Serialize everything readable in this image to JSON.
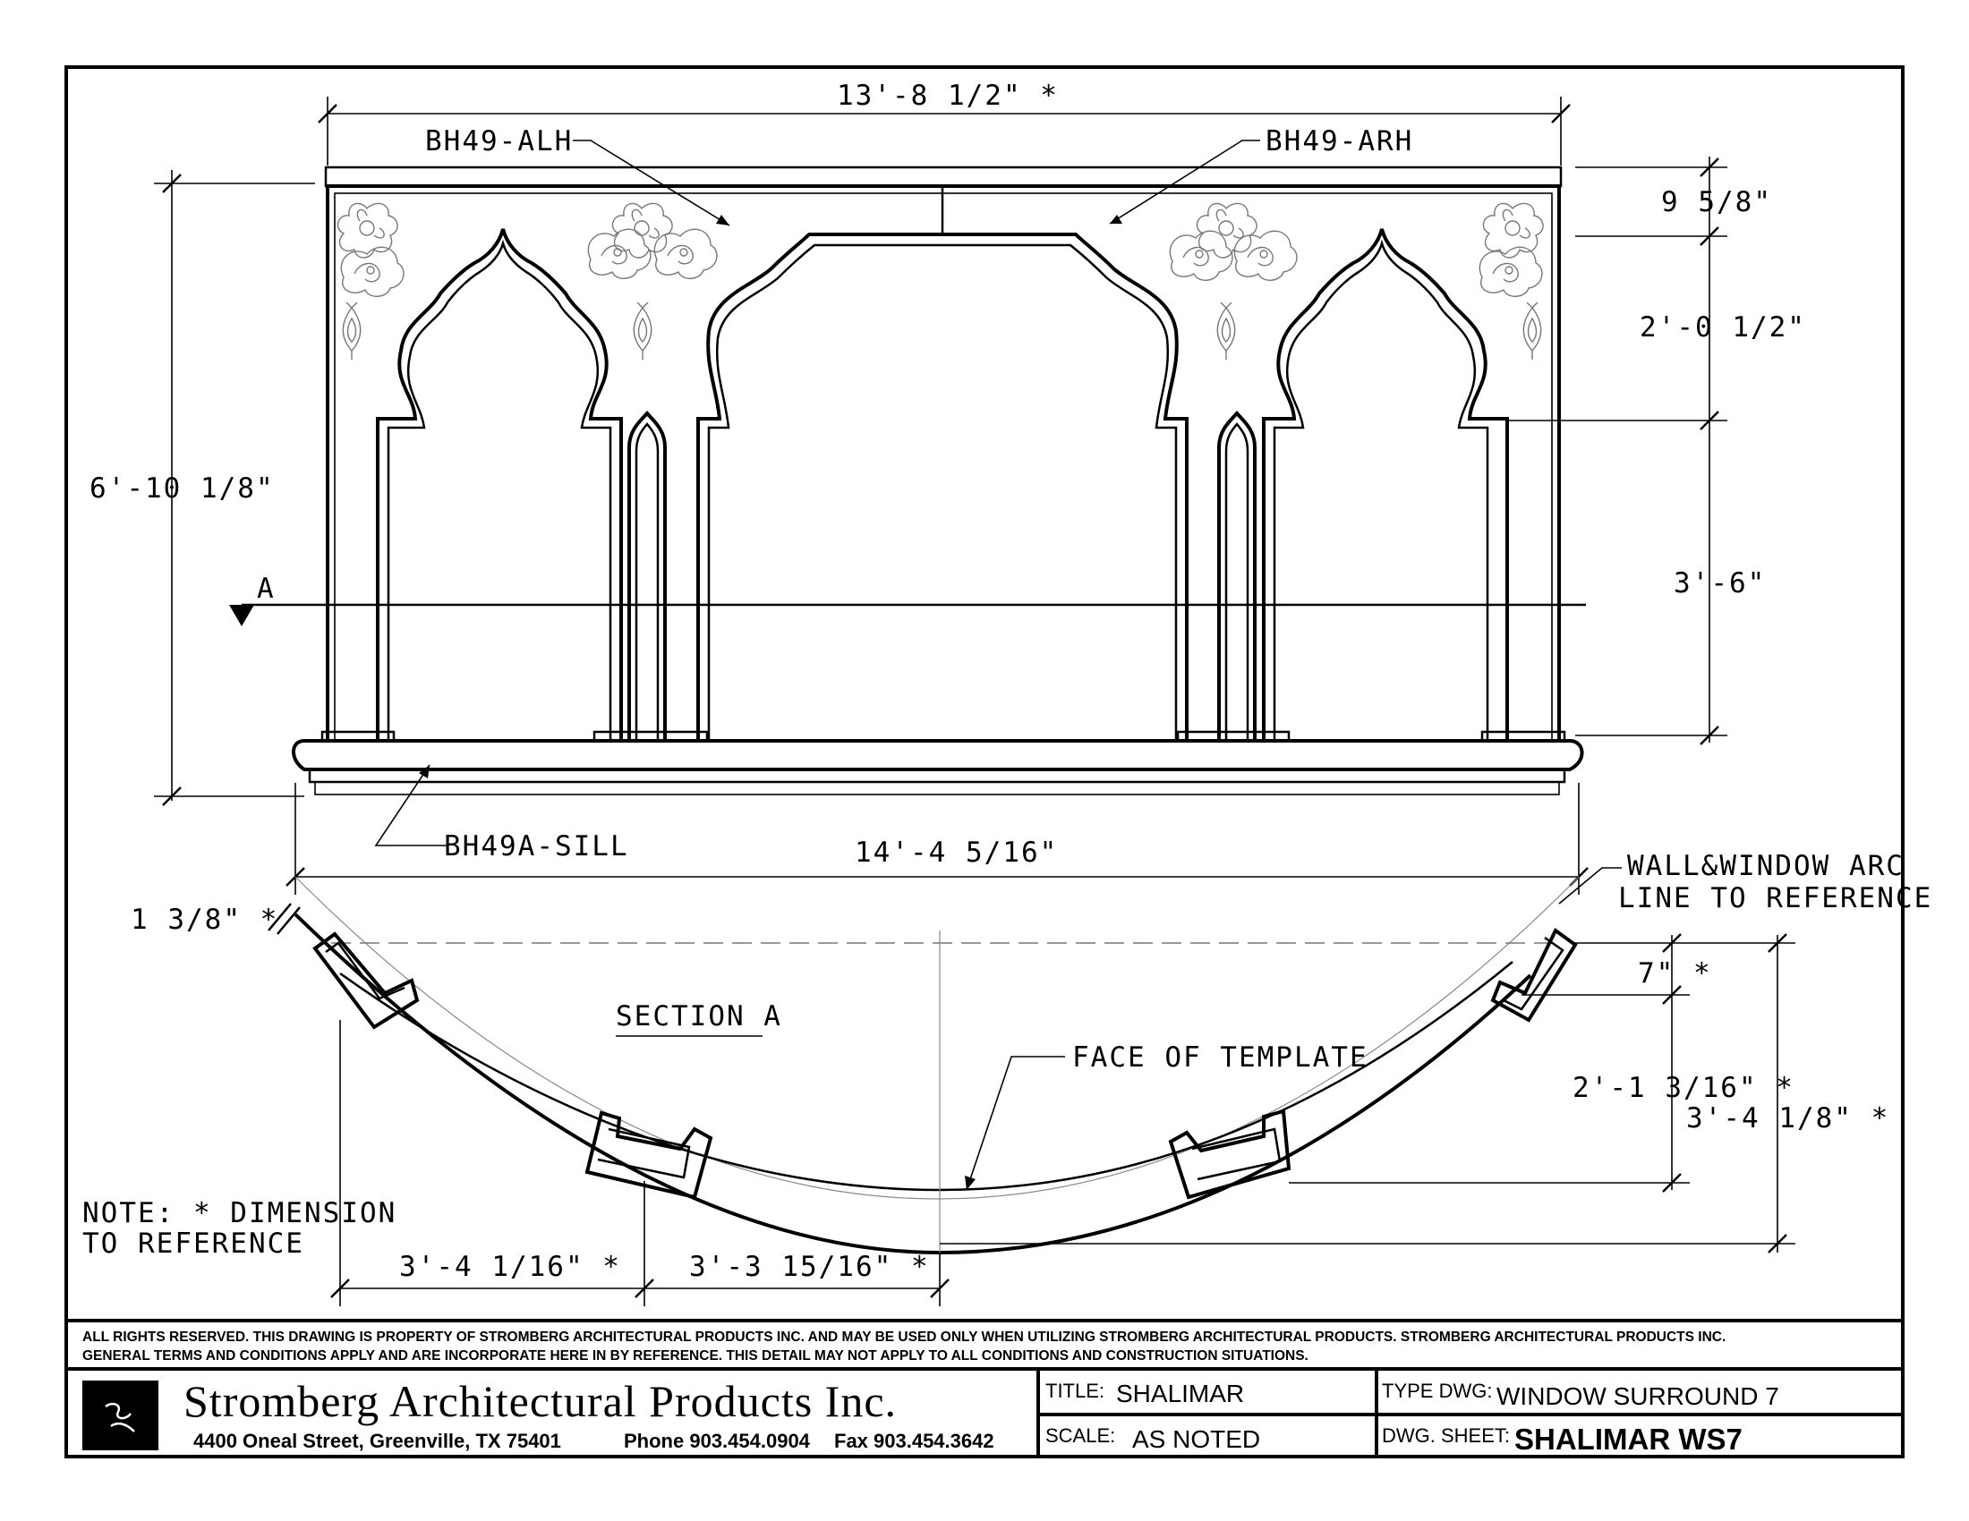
{
  "drawing": {
    "dimensions": {
      "overall_width": "13'-8 1/2\" *",
      "sill_width": "14'-4 5/16\"",
      "overall_height": "6'-10 1/8\"",
      "cornice_height": "9 5/8\"",
      "arch_height": "2'-0 1/2\"",
      "jamb_height": "3'-6\"",
      "wall_thickness": "1 3/8\" *",
      "depth_return": "7\" *",
      "depth_mid": "2'-1 3/16\" *",
      "depth_total": "3'-4 1/8\" *",
      "chord_outer": "3'-4 1/16\" *",
      "chord_inner": "3'-3 15/16\" *"
    },
    "labels": {
      "left_half": "BH49-ALH",
      "right_half": "BH49-ARH",
      "sill": "BH49A-SILL",
      "arc_note_line1": "WALL&WINDOW ARC",
      "arc_note_line2": "LINE TO REFERENCE",
      "section": "SECTION A",
      "section_marker": "A",
      "face": "FACE OF TEMPLATE",
      "note_line1": "NOTE:  * DIMENSION",
      "note_line2": "TO REFERENCE"
    }
  },
  "legal": {
    "line1": "ALL RIGHTS RESERVED. THIS DRAWING IS PROPERTY OF STROMBERG ARCHITECTURAL PRODUCTS INC. AND MAY BE USED ONLY WHEN UTILIZING STROMBERG ARCHITECTURAL PRODUCTS.  STROMBERG ARCHITECTURAL PRODUCTS INC.",
    "line2": "GENERAL TERMS AND CONDITIONS APPLY AND ARE INCORPORATE HERE IN BY REFERENCE.  THIS DETAIL MAY NOT APPLY TO ALL CONDITIONS AND CONSTRUCTION SITUATIONS."
  },
  "title_block": {
    "company": "Stromberg Architectural Products Inc.",
    "address": "4400 Oneal Street, Greenville, TX  75401",
    "phone": "Phone 903.454.0904",
    "fax": "Fax 903.454.3642",
    "title_label": "TITLE:",
    "title_value": "SHALIMAR",
    "scale_label": "SCALE:",
    "scale_value": "AS NOTED",
    "type_label": "TYPE DWG:",
    "type_value": "WINDOW SURROUND 7",
    "sheet_label": "DWG. SHEET:",
    "sheet_value": "SHALIMAR WS7"
  },
  "logo": {
    "icon": "stromberg-logo-icon"
  }
}
